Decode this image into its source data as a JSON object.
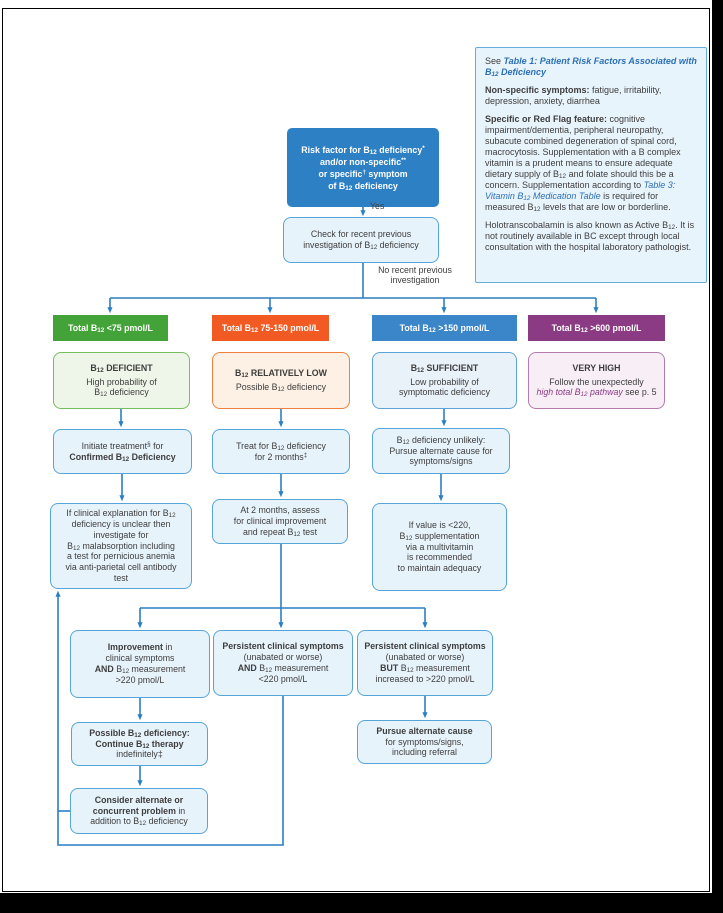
{
  "colors": {
    "line": "#2b7fc3",
    "text": "#3d3d3d",
    "box_bg": "#e7f3fb",
    "box_border": "#56a5da",
    "start_bg": "#2e80c4",
    "info_bg": "#e8f4fc",
    "info_border": "#64aede",
    "link": "#2b6fb5",
    "purple": "#8b3a84",
    "green": "#44a338",
    "green_light": "#eef6e9",
    "green_border": "#76bd60",
    "orange": "#f15a22",
    "orange_light": "#fdf0e4",
    "orange_border": "#f0803f",
    "blue": "#3a86c8",
    "blue_light": "#e9f1f9",
    "blue_border": "#5ba3d9",
    "purple_hdr": "#8b3a84",
    "purple_light": "#f8eef6",
    "purple_border": "#b57bad"
  },
  "labels": {
    "yes": "Yes",
    "no_recent": [
      [
        {
          "t": "No recent previous"
        }
      ],
      [
        {
          "t": "investigation"
        }
      ]
    ]
  },
  "info_box": {
    "paragraphs": [
      [
        {
          "t": "See "
        },
        {
          "t": "Table 1: Patient Risk Factors Associated with B",
          "b": true,
          "i": true,
          "c": "link"
        },
        {
          "t": "12",
          "b": true,
          "i": true,
          "c": "link",
          "sub": true
        },
        {
          "t": " Deficiency",
          "b": true,
          "i": true,
          "c": "link"
        }
      ],
      [
        {
          "t": "Non-specific symptoms:",
          "b": true
        },
        {
          "t": " fatigue, irritability, depression, anxiety, diarrhea"
        }
      ],
      [
        {
          "t": "Specific or Red Flag feature:",
          "b": true
        },
        {
          "t": " cognitive impairment/dementia, peripheral neuropathy, subacute combined degeneration of spinal cord, macrocytosis. Supplementation with a B complex vitamin is a prudent means to ensure adequate dietary supply of B"
        },
        {
          "t": "12",
          "sub": true
        },
        {
          "t": " and folate should this be a concern. Supplementation according to "
        },
        {
          "t": "Table 3: Vitamin B",
          "i": true,
          "c": "link"
        },
        {
          "t": "12",
          "i": true,
          "c": "link",
          "sub": true
        },
        {
          "t": " Medication Table",
          "i": true,
          "c": "link"
        },
        {
          "t": " is required for measured B"
        },
        {
          "t": "12",
          "sub": true
        },
        {
          "t": " levels that are low or borderline."
        }
      ],
      [
        {
          "t": "Holotranscobalamin is also known as Active B"
        },
        {
          "t": "12",
          "sub": true
        },
        {
          "t": ". It is not routinely available in BC except through local consultation with the hospital laboratory pathologist."
        }
      ]
    ]
  },
  "start": {
    "lines": [
      [
        {
          "t": "Risk factor for B",
          "b": true
        },
        {
          "t": "12",
          "b": true,
          "sub": true
        },
        {
          "t": " deficiency",
          "b": true
        },
        {
          "t": "*",
          "b": true,
          "sup": true
        }
      ],
      [
        {
          "t": "and/or non-specific",
          "b": true
        },
        {
          "t": "**",
          "b": true,
          "sup": true
        }
      ],
      [
        {
          "t": "or specific",
          "b": true
        },
        {
          "t": "†",
          "b": true,
          "sup": true
        },
        {
          "t": " symptom",
          "b": true
        }
      ],
      [
        {
          "t": "of B",
          "b": true
        },
        {
          "t": "12",
          "b": true,
          "sub": true
        },
        {
          "t": " deficiency",
          "b": true
        }
      ]
    ]
  },
  "check": {
    "lines": [
      [
        {
          "t": "Check for recent previous"
        }
      ],
      [
        {
          "t": "investigation of B"
        },
        {
          "t": "12",
          "sub": true
        },
        {
          "t": " deficiency"
        }
      ]
    ]
  },
  "columns": [
    {
      "header": {
        "lines": [
          [
            {
              "t": "Total B",
              "b": true
            },
            {
              "t": "12",
              "b": true,
              "sub": true
            },
            {
              "t": " <75 pmol/L",
              "b": true
            }
          ]
        ]
      },
      "assessment": {
        "title": [
          [
            {
              "t": "B",
              "b": true
            },
            {
              "t": "12",
              "b": true,
              "sub": true
            },
            {
              "t": " DEFICIENT",
              "b": true
            }
          ]
        ],
        "body": [
          [
            {
              "t": "High probability of"
            }
          ],
          [
            {
              "t": "B"
            },
            {
              "t": "12",
              "sub": true
            },
            {
              "t": " deficiency"
            }
          ]
        ]
      },
      "step1": [
        [
          {
            "t": "Initiate treatment"
          },
          {
            "t": "§",
            "sup": true
          },
          {
            "t": " for"
          }
        ],
        [
          {
            "t": "Confirmed B",
            "b": true
          },
          {
            "t": "12",
            "b": true,
            "sub": true
          },
          {
            "t": " Deficiency",
            "b": true
          }
        ]
      ],
      "step2": [
        [
          {
            "t": "If clinical explanation for  B"
          },
          {
            "t": "12",
            "sub": true
          }
        ],
        [
          {
            "t": "deficiency is unclear then"
          }
        ],
        [
          {
            "t": "investigate for"
          }
        ],
        [
          {
            "t": "B"
          },
          {
            "t": "12",
            "sub": true
          },
          {
            "t": " malabsorption including"
          }
        ],
        [
          {
            "t": "a test for pernicious anemia"
          }
        ],
        [
          {
            "t": "via anti-parietal cell antibody"
          }
        ],
        [
          {
            "t": "test"
          }
        ]
      ]
    },
    {
      "header": {
        "lines": [
          [
            {
              "t": "Total B",
              "b": true
            },
            {
              "t": "12",
              "b": true,
              "sub": true
            },
            {
              "t": " 75-150 pmol/L",
              "b": true
            }
          ]
        ]
      },
      "assessment": {
        "title": [
          [
            {
              "t": "B",
              "b": true
            },
            {
              "t": "12",
              "b": true,
              "sub": true
            },
            {
              "t": " RELATIVELY LOW",
              "b": true
            }
          ]
        ],
        "body": [
          [
            {
              "t": "Possible B"
            },
            {
              "t": "12",
              "sub": true
            },
            {
              "t": " deficiency"
            }
          ]
        ]
      },
      "step1": [
        [
          {
            "t": "Treat for B"
          },
          {
            "t": "12",
            "sub": true
          },
          {
            "t": " deficiency"
          }
        ],
        [
          {
            "t": "for 2 months"
          },
          {
            "t": "‡",
            "sup": true
          }
        ]
      ],
      "step2": [
        [
          {
            "t": "At 2 months, assess"
          }
        ],
        [
          {
            "t": "for clinical improvement"
          }
        ],
        [
          {
            "t": "and repeat B"
          },
          {
            "t": "12",
            "sub": true
          },
          {
            "t": " test"
          }
        ]
      ]
    },
    {
      "header": {
        "lines": [
          [
            {
              "t": "Total B",
              "b": true
            },
            {
              "t": "12",
              "b": true,
              "sub": true
            },
            {
              "t": " >150 pmol/L",
              "b": true
            }
          ]
        ]
      },
      "assessment": {
        "title": [
          [
            {
              "t": "B",
              "b": true
            },
            {
              "t": "12",
              "b": true,
              "sub": true
            },
            {
              "t": " SUFFICIENT",
              "b": true
            }
          ]
        ],
        "body": [
          [
            {
              "t": "Low probability of"
            }
          ],
          [
            {
              "t": "symptomatic deficiency"
            }
          ]
        ]
      },
      "step1": [
        [
          {
            "t": "B"
          },
          {
            "t": "12",
            "sub": true
          },
          {
            "t": " deficiency unlikely:"
          }
        ],
        [
          {
            "t": "Pursue alternate cause for"
          }
        ],
        [
          {
            "t": "symptoms/signs"
          }
        ]
      ],
      "step2": [
        [
          {
            "t": "If value is <220,"
          }
        ],
        [
          {
            "t": "B"
          },
          {
            "t": "12",
            "sub": true
          },
          {
            "t": " supplementation"
          }
        ],
        [
          {
            "t": "via a multivitamin"
          }
        ],
        [
          {
            "t": "is recommended"
          }
        ],
        [
          {
            "t": "to maintain adequacy"
          }
        ]
      ]
    },
    {
      "header": {
        "lines": [
          [
            {
              "t": "Total B",
              "b": true
            },
            {
              "t": "12",
              "b": true,
              "sub": true
            },
            {
              "t": " >600 pmol/L",
              "b": true
            }
          ]
        ]
      },
      "assessment": {
        "title": [
          [
            {
              "t": "VERY HIGH",
              "b": true
            }
          ]
        ],
        "body": [
          [
            {
              "t": "Follow the unexpectedly"
            }
          ],
          [
            {
              "t": "high total B",
              "i": true,
              "c": "purple"
            },
            {
              "t": "12",
              "i": true,
              "c": "purple",
              "sub": true
            },
            {
              "t": " pathway",
              "i": true,
              "c": "purple"
            },
            {
              "t": " see p. 5"
            }
          ]
        ]
      }
    }
  ],
  "outcomes": [
    {
      "lines": [
        [
          {
            "t": "Improvement",
            "b": true
          },
          {
            "t": " in"
          }
        ],
        [
          {
            "t": "clinical symptoms"
          }
        ],
        [
          {
            "t": "AND",
            "b": true
          },
          {
            "t": " B"
          },
          {
            "t": "12",
            "sub": true
          },
          {
            "t": " measurement"
          }
        ],
        [
          {
            "t": ">220 pmol/L"
          }
        ]
      ]
    },
    {
      "lines": [
        [
          {
            "t": "Persistent clinical symptoms",
            "b": true
          }
        ],
        [
          {
            "t": "(unabated or worse)"
          }
        ],
        [
          {
            "t": "AND",
            "b": true
          },
          {
            "t": " B"
          },
          {
            "t": "12",
            "sub": true
          },
          {
            "t": " measurement"
          }
        ],
        [
          {
            "t": "<220 pmol/L"
          }
        ]
      ]
    },
    {
      "lines": [
        [
          {
            "t": "Persistent clinical symptoms",
            "b": true
          }
        ],
        [
          {
            "t": "(unabated or worse)"
          }
        ],
        [
          {
            "t": "BUT",
            "b": true
          },
          {
            "t": " B"
          },
          {
            "t": "12",
            "sub": true
          },
          {
            "t": " measurement"
          }
        ],
        [
          {
            "t": "increased to >220 pmol/L"
          }
        ]
      ]
    }
  ],
  "followups": [
    {
      "lines": [
        [
          {
            "t": "Possible B",
            "b": true
          },
          {
            "t": "12",
            "b": true,
            "sub": true
          },
          {
            "t": " deficiency:",
            "b": true
          }
        ],
        [
          {
            "t": "Continue B",
            "b": true
          },
          {
            "t": "12",
            "b": true,
            "sub": true
          },
          {
            "t": " therapy",
            "b": true
          }
        ],
        [
          {
            "t": "indefinitely‡"
          }
        ]
      ]
    },
    {
      "lines": [
        [
          {
            "t": "Consider alternate or",
            "b": true
          }
        ],
        [
          {
            "t": "concurrent problem",
            "b": true
          },
          {
            "t": " in"
          }
        ],
        [
          {
            "t": "addition to B"
          },
          {
            "t": "12",
            "sub": true
          },
          {
            "t": " deficiency"
          }
        ]
      ]
    },
    {
      "lines": [
        [
          {
            "t": "Pursue alternate cause",
            "b": true
          }
        ],
        [
          {
            "t": "for symptoms/signs,"
          }
        ],
        [
          {
            "t": "including referral"
          }
        ]
      ]
    }
  ]
}
